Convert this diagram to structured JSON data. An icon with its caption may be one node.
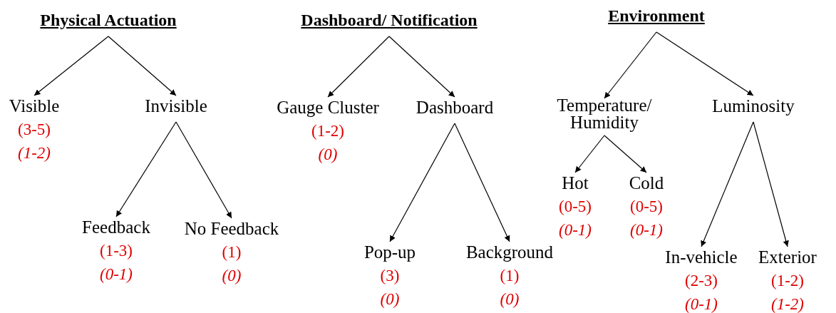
{
  "diagram": {
    "nodes": [
      {
        "text": [
          "Physical Actuation"
        ]
      },
      {
        "text": [
          "Visible",
          "(3-5)",
          "(1-2)"
        ]
      },
      {
        "text": [
          "Invisible"
        ]
      },
      {
        "text": [
          "Feedback",
          "(1-3)",
          "(0-1)"
        ]
      },
      {
        "text": [
          "No Feedback",
          "(1)",
          "(0)"
        ]
      },
      {
        "text": [
          "Dashboard/ Notification"
        ]
      },
      {
        "text": [
          "Gauge Cluster",
          "(1-2)",
          "(0)"
        ]
      },
      {
        "text": [
          "Dashboard"
        ]
      },
      {
        "text": [
          "Pop-up",
          "(3)",
          "(0)"
        ]
      },
      {
        "text": [
          "Background",
          "(1)",
          "(0)"
        ]
      },
      {
        "text": [
          "Environment"
        ]
      },
      {
        "text": [
          "Temperature/ Humidity"
        ]
      },
      {
        "text": [
          "Luminosity"
        ]
      },
      {
        "text": [
          "Hot",
          "(0-5)",
          "(0-1)"
        ]
      },
      {
        "text": [
          "Cold",
          "(0-5)",
          "(0-1)"
        ]
      },
      {
        "text": [
          "In-vehicle",
          "(2-3)",
          "(0-1)"
        ]
      },
      {
        "text": [
          "Exterior",
          "(1-2)",
          "(1-2)"
        ]
      }
    ],
    "edges": [
      {
        "from": 0,
        "to": 1,
        "arrow": "to"
      },
      {
        "from": 0,
        "to": 2,
        "arrow": "to"
      },
      {
        "from": 2,
        "to": 3,
        "arrow": "to"
      },
      {
        "from": 2,
        "to": 4,
        "arrow": "to"
      },
      {
        "from": 5,
        "to": 6,
        "arrow": "to"
      },
      {
        "from": 5,
        "to": 7,
        "arrow": "to"
      },
      {
        "from": 7,
        "to": 8,
        "arrow": "to"
      },
      {
        "from": 7,
        "to": 9,
        "arrow": "to"
      },
      {
        "from": 10,
        "to": 11,
        "arrow": "to"
      },
      {
        "from": 10,
        "to": 12,
        "arrow": "to"
      },
      {
        "from": 11,
        "to": 13,
        "arrow": "to"
      },
      {
        "from": 11,
        "to": 14,
        "arrow": "to"
      },
      {
        "from": 12,
        "to": 15,
        "arrow": "to"
      },
      {
        "from": 12,
        "to": 16,
        "arrow": "to"
      }
    ]
  }
}
